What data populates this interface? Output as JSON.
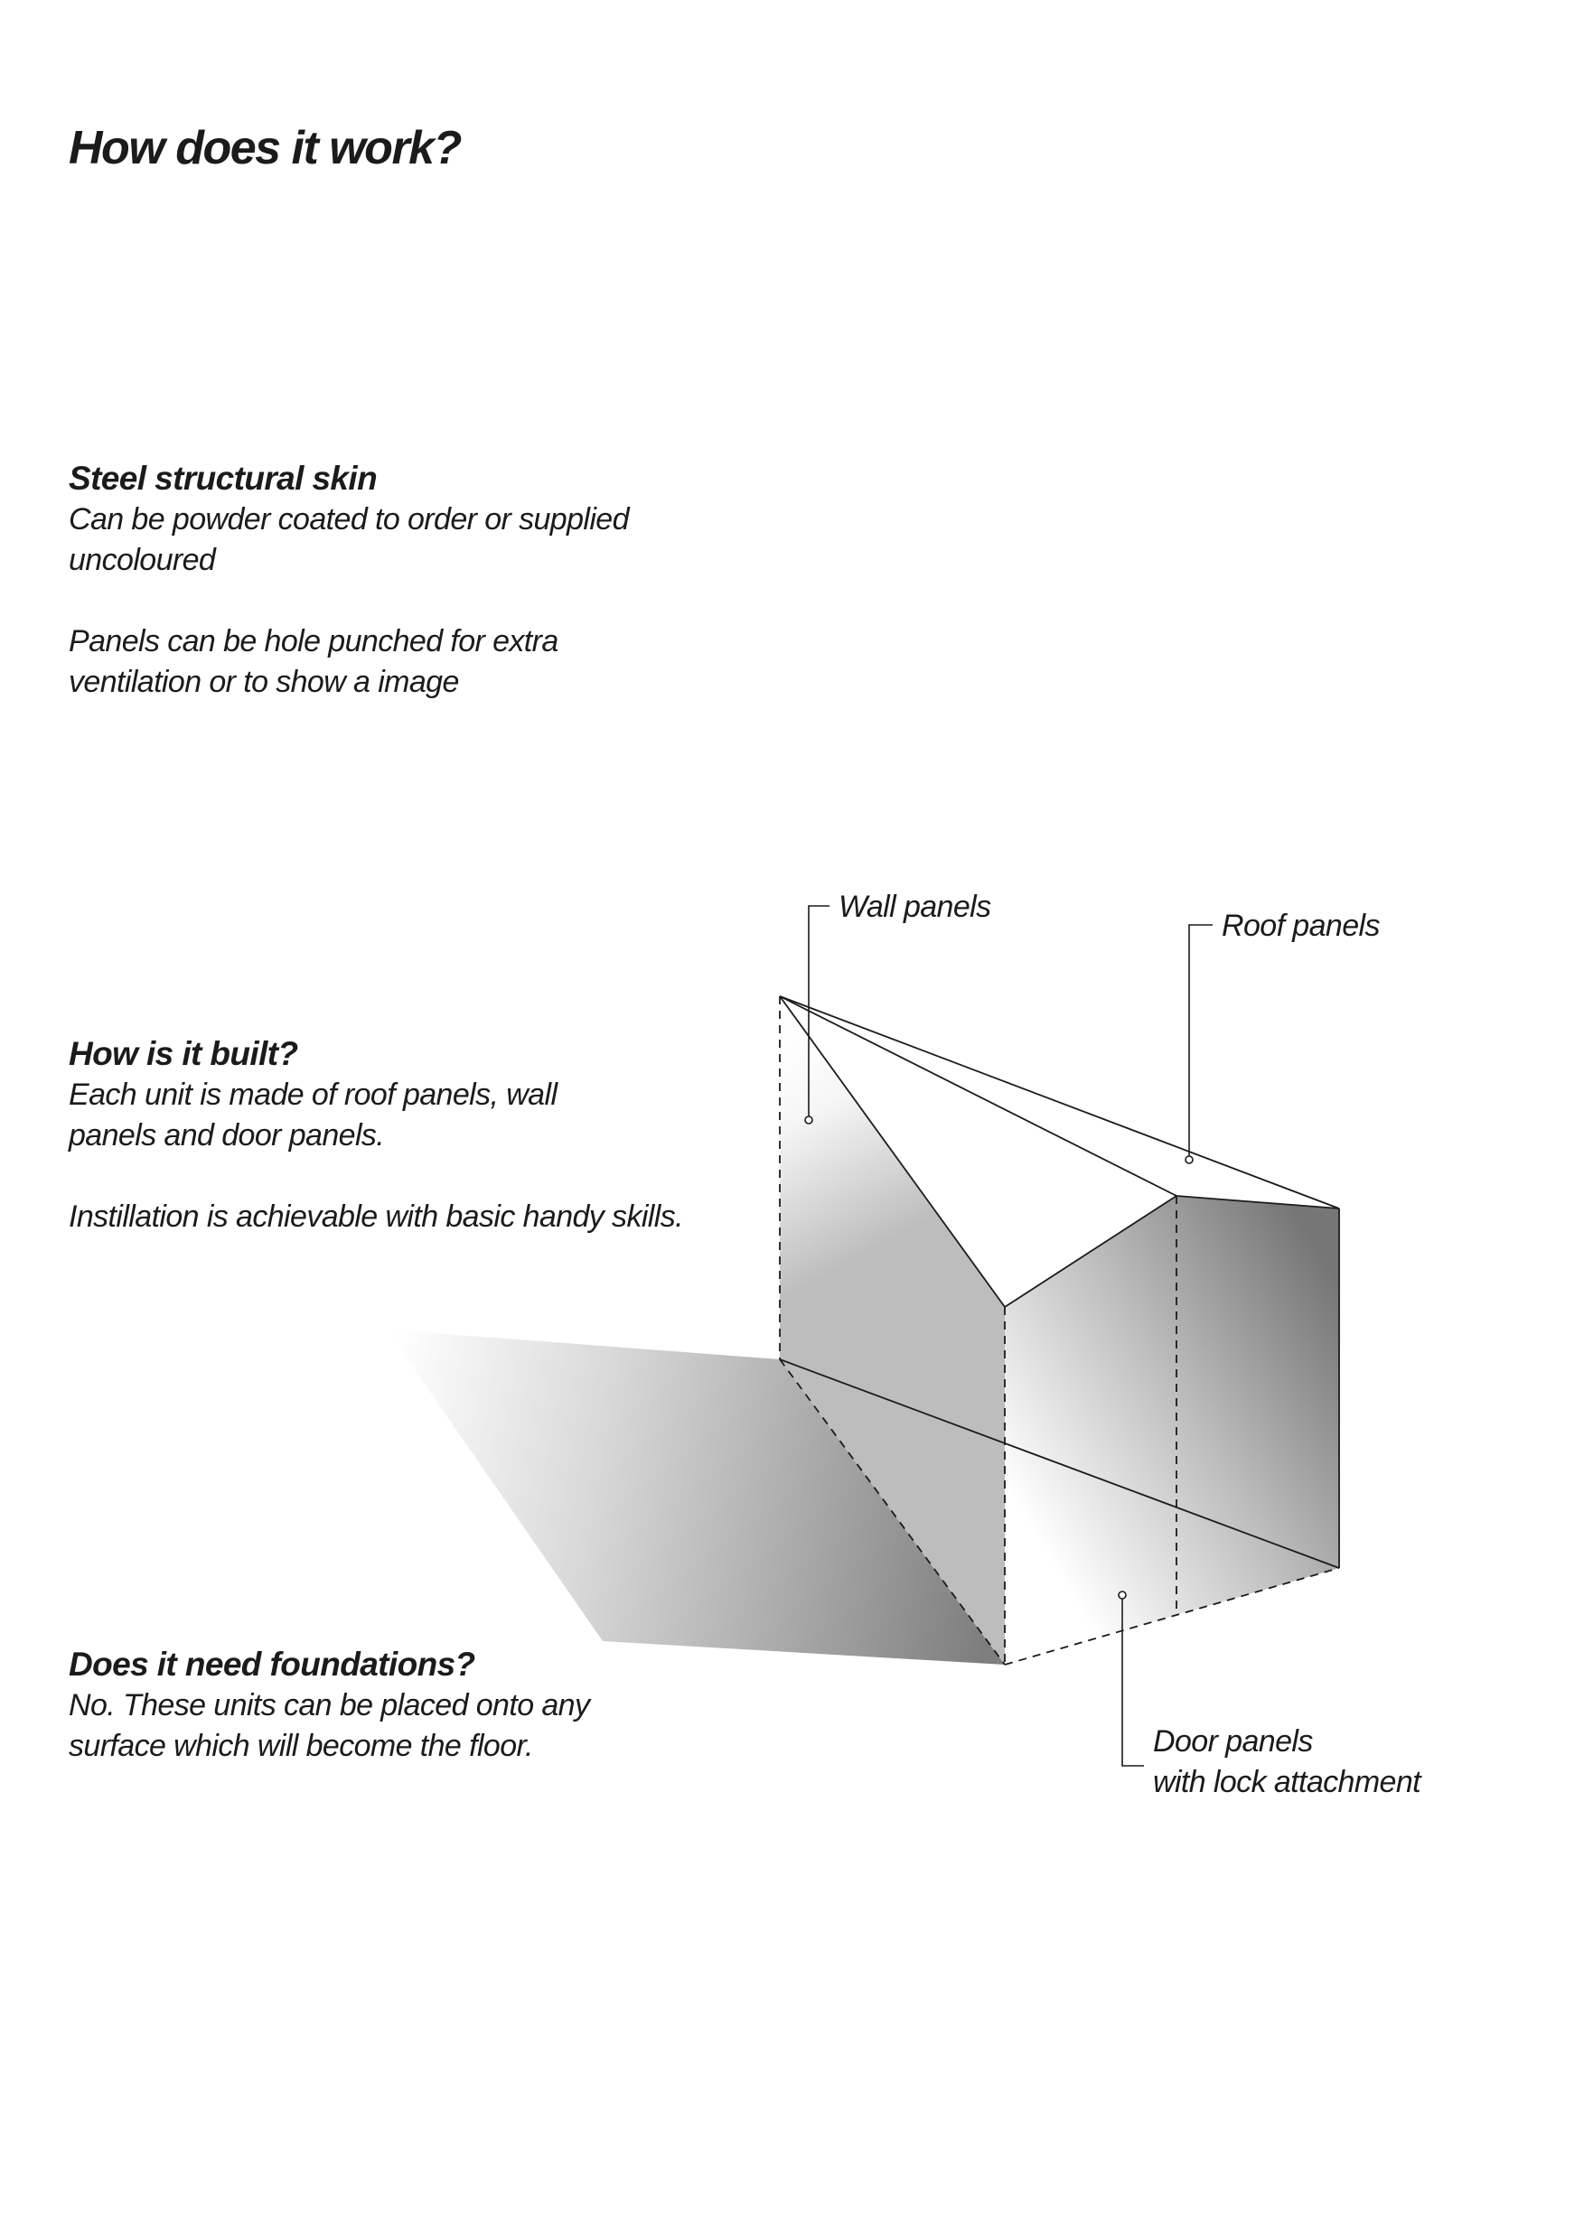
{
  "title": "How does it work?",
  "sections": {
    "skin": {
      "heading": "Steel structural skin",
      "line1": "Can be powder coated to order or supplied uncoloured",
      "line2": "Panels can be hole punched for extra ventilation or to show a image"
    },
    "built": {
      "heading": "How is it built?",
      "line1": "Each unit is made of roof panels, wall panels and door panels.",
      "line2": "Instillation is achievable with basic handy skills."
    },
    "foundations": {
      "heading": "Does it need foundations?",
      "line1": "No. These units can be placed onto any surface which will become the floor."
    }
  },
  "callouts": {
    "wall": "Wall panels",
    "roof": "Roof panels",
    "door_line1": "Door panels",
    "door_line2": "with lock attachment"
  },
  "colors": {
    "ink": "#1b1b1b",
    "shadow_dark": "#7a7a7a",
    "background": "#ffffff"
  }
}
